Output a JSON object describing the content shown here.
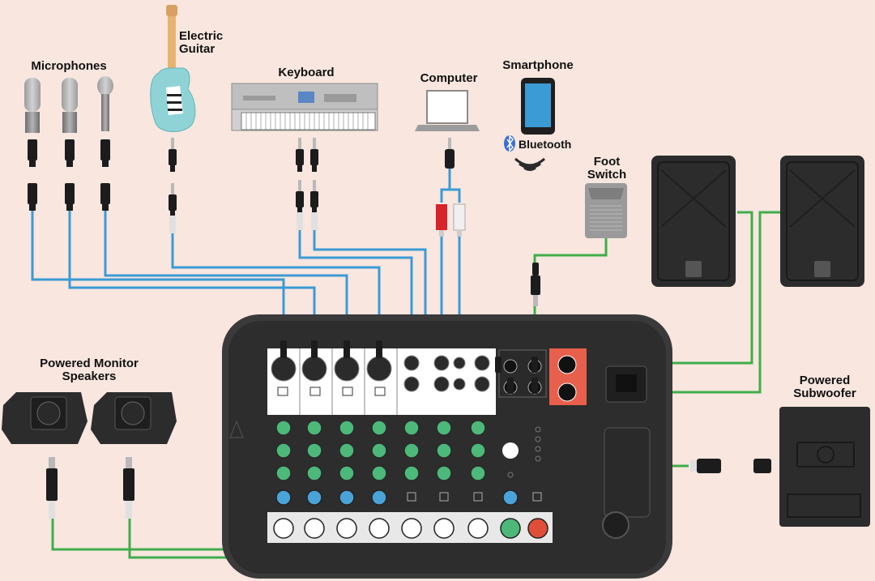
{
  "labels": {
    "microphones": "Microphones",
    "electric_guitar": "Electric Guitar",
    "keyboard": "Keyboard",
    "computer": "Computer",
    "smartphone": "Smartphone",
    "bluetooth": "Bluetooth",
    "foot_switch": "Foot Switch",
    "powered_monitor_speakers": "Powered Monitor Speakers",
    "powered_subwoofer": "Powered Subwoofer"
  },
  "colors": {
    "background": "#f8e6df",
    "mic_cable": "#3b9bd4",
    "speaker_cable": "#3fae49",
    "mixer_body": "#3a3a3a",
    "rca_red": "#d8232a",
    "output_panel": "#e8604c",
    "knob_green": "#4cb87a",
    "knob_blue": "#4aa3d8",
    "knob_red": "#e04e38"
  },
  "icons": [
    "microphone-icon",
    "electric-guitar-icon",
    "keyboard-icon",
    "laptop-icon",
    "smartphone-icon",
    "bluetooth-icon",
    "foot-switch-icon",
    "pa-speaker-icon",
    "monitor-speaker-icon",
    "subwoofer-icon",
    "mixer-icon"
  ]
}
